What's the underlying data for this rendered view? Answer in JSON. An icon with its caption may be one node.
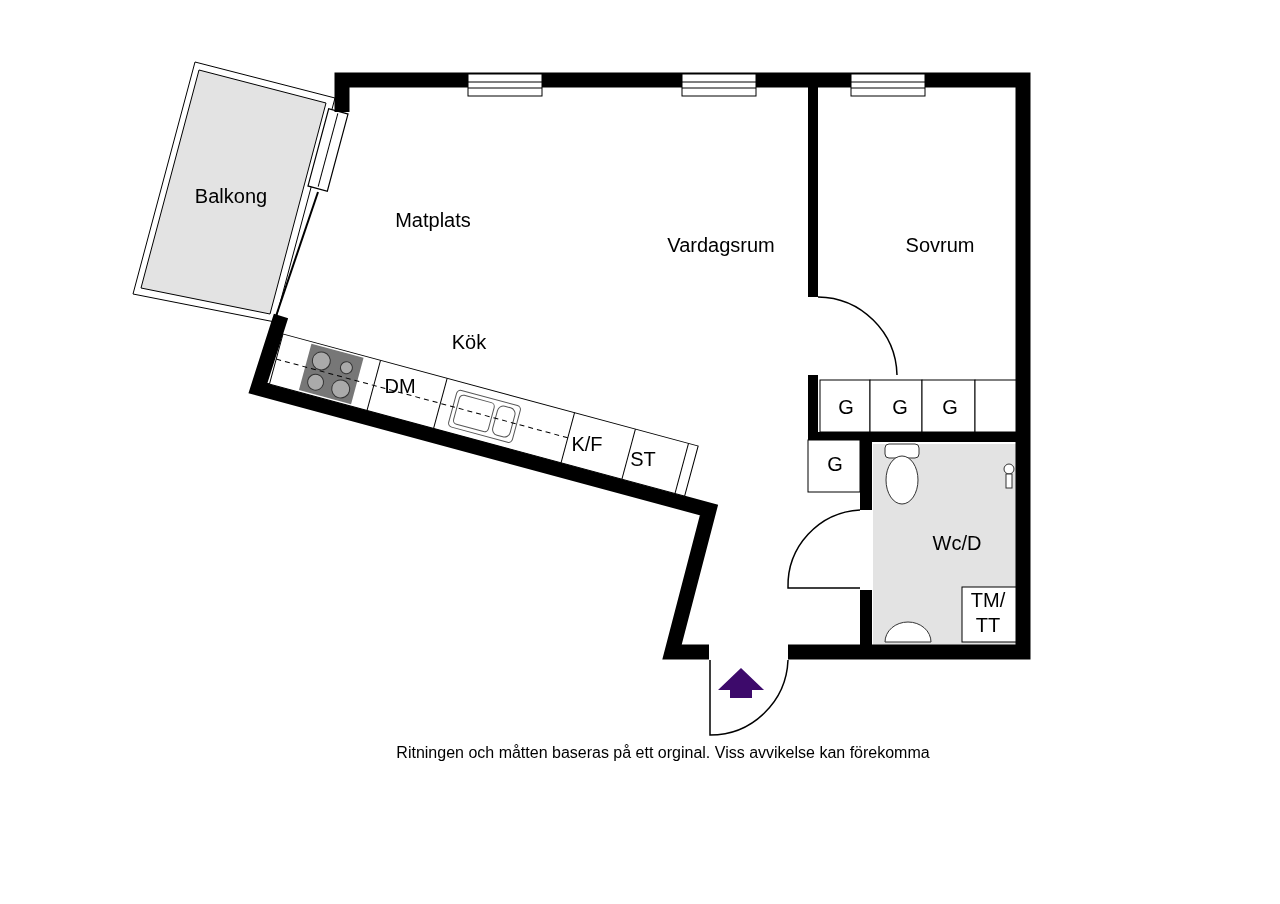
{
  "diagram": {
    "caption": "Ritningen och måtten baseras på ett orginal. Viss avvikelse kan förekomma",
    "labels": [
      "Balkong",
      "Matplats",
      "Vardagsrum",
      "Sovrum",
      "Kök",
      "DM",
      "G",
      "G",
      "G",
      "K/F",
      "ST",
      "G",
      "Wc/D",
      "TM/ TT"
    ]
  }
}
